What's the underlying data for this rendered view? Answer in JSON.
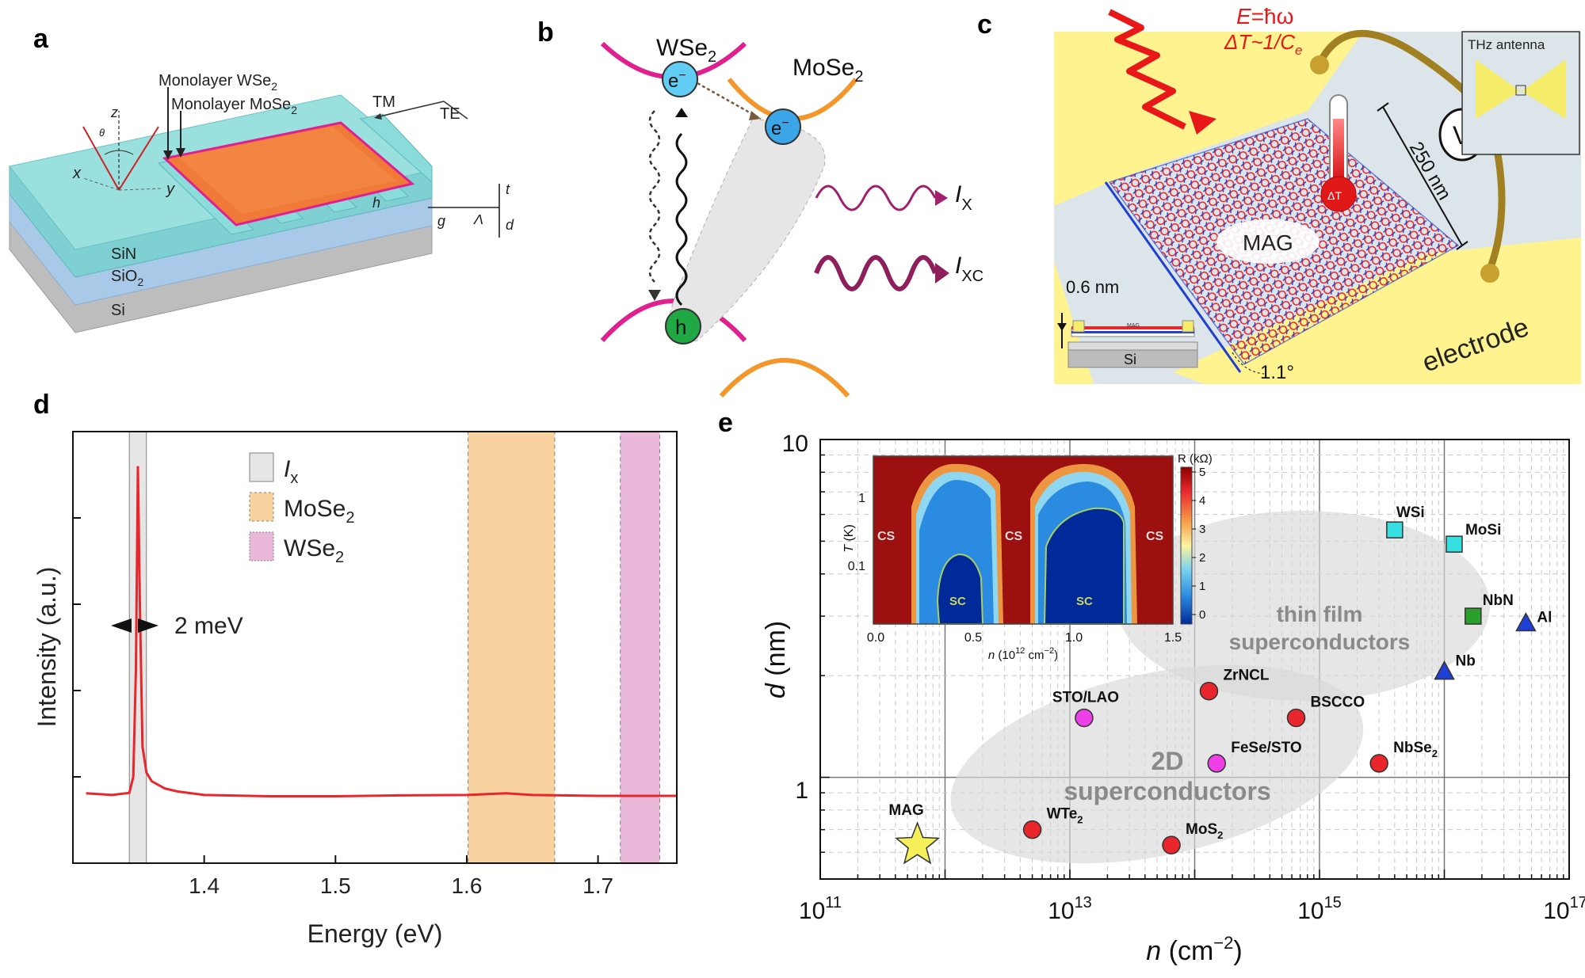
{
  "panels": {
    "a": {
      "letter": "a",
      "label_wse2": "Monolayer WSe",
      "label_mose2": "Monolayer MoSe",
      "sub2": "2",
      "tm": "TM",
      "te": "TE",
      "z": "z",
      "x": "x",
      "y": "y",
      "theta": "θ",
      "t": "t",
      "d": "d",
      "h": "h",
      "g": "g",
      "lambda": "Λ",
      "layers": [
        "SiN",
        "SiO",
        "Si"
      ]
    },
    "b": {
      "letter": "b",
      "wse2": "WSe",
      "mose2": "MoSe",
      "sub2": "2",
      "electron": "e",
      "minus": "−",
      "hole": "h",
      "ix": "I",
      "ix_sub": "X",
      "ixc": "I",
      "ixc_sub": "XC"
    },
    "c": {
      "letter": "c",
      "energy_E": "E",
      "energy_rest": "=ħω",
      "deltaT_lhs": "ΔT~1/C",
      "deltaT_sub": "e",
      "thz": "THz antenna",
      "V": "V",
      "length": "250 nm",
      "thermo": "ΔT",
      "mag": "MAG",
      "thick": "0.6 nm",
      "angle": "1.1°",
      "electrode": "electrode",
      "si": "Si",
      "inset_mag": "MAG"
    },
    "d": {
      "letter": "d",
      "ylabel": "Intensity (a.u.)",
      "xlabel": "Energy (eV)",
      "xticks": [
        "1.4",
        "1.5",
        "1.6",
        "1.7"
      ],
      "legend": [
        {
          "label": "I",
          "sub": "x",
          "color": "#e6e6e6",
          "border": "#808080"
        },
        {
          "label": "MoSe",
          "sub": "2",
          "color": "#f9d39f",
          "border": "#808080"
        },
        {
          "label": "WSe",
          "sub": "2",
          "color": "#eab9d9",
          "border": "#808080"
        }
      ],
      "fwhm": "2 meV"
    },
    "e": {
      "letter": "e",
      "ylabel_sym": "d",
      "ylabel_unit": " (nm)",
      "xlabel_sym": "n",
      "xlabel_unit": " (cm",
      "xlabel_exp": "−2",
      "xlabel_close": ")",
      "yticks": [
        "10",
        "1"
      ],
      "xticks": [
        {
          "base": "10",
          "exp": "11"
        },
        {
          "base": "10",
          "exp": "13"
        },
        {
          "base": "10",
          "exp": "15"
        },
        {
          "base": "10",
          "exp": "17"
        }
      ],
      "region_thin": [
        "thin film",
        "superconductors"
      ],
      "region_2d": [
        "2D",
        "superconductors"
      ],
      "inset": {
        "xlabel_sym": "n",
        "xlabel_unit": " (10",
        "xlabel_exp": "12",
        "xlabel_unit2": " cm",
        "xlabel_exp2": "−2",
        "xlabel_close": ")",
        "ylabel_sym": "T",
        "ylabel_unit": " (K)",
        "cbar_label": "R (kΩ)",
        "cbar_ticks": [
          "5",
          "4",
          "3",
          "2",
          "1",
          "0"
        ],
        "xticks": [
          "0.0",
          "0.5",
          "1.0",
          "1.5"
        ],
        "yticks": [
          "1",
          "0.1"
        ],
        "cs": "CS",
        "sc": "SC"
      }
    }
  },
  "chart_data": [
    {
      "type": "line",
      "panel": "d",
      "title": "",
      "xlabel": "Energy (eV)",
      "ylabel": "Intensity (a.u.)",
      "xlim": [
        1.3,
        1.76
      ],
      "ylim": [
        0,
        1
      ],
      "grid": false,
      "legend_placement": "top-center",
      "series": [
        {
          "name": "",
          "color": "#e8262b",
          "x": [
            1.31,
            1.33,
            1.343,
            1.346,
            1.348,
            1.3495,
            1.351,
            1.353,
            1.356,
            1.36,
            1.37,
            1.38,
            1.4,
            1.45,
            1.5,
            1.55,
            1.6,
            1.63,
            1.65,
            1.7,
            1.76
          ],
          "y": [
            0.162,
            0.158,
            0.163,
            0.2,
            0.45,
            0.92,
            0.6,
            0.27,
            0.21,
            0.19,
            0.173,
            0.166,
            0.158,
            0.155,
            0.155,
            0.157,
            0.158,
            0.162,
            0.158,
            0.156,
            0.156
          ]
        }
      ],
      "shaded_bands": [
        {
          "name": "I",
          "subscript": "x",
          "range": [
            1.343,
            1.356
          ],
          "color": "#e6e6e6"
        },
        {
          "name": "MoSe",
          "subscript": "2",
          "range": [
            1.601,
            1.667
          ],
          "color": "#f9d39f"
        },
        {
          "name": "WSe",
          "subscript": "2",
          "range": [
            1.717,
            1.747
          ],
          "color": "#eab9d9"
        }
      ],
      "annotations": [
        "2 meV"
      ]
    },
    {
      "type": "scatter",
      "panel": "e",
      "title": "",
      "xlabel": "n (cm−2)",
      "ylabel": "d (nm)",
      "xscale": "log",
      "yscale": "log",
      "xlim": [
        100000000000.0,
        1e+17
      ],
      "ylim": [
        0.5,
        10
      ],
      "grid": true,
      "points": [
        {
          "label": "MAG",
          "n": 600000000000.0,
          "d": 0.63,
          "marker": "star",
          "color": "#f5ef5a"
        },
        {
          "label": "WTe",
          "sub": "2",
          "n": 5000000000000.0,
          "d": 0.7,
          "marker": "circle",
          "color": "#e8262b"
        },
        {
          "label": "MoS",
          "sub": "2",
          "n": 65000000000000.0,
          "d": 0.63,
          "marker": "circle",
          "color": "#e8262b"
        },
        {
          "label": "STO/LAO",
          "n": 13000000000000.0,
          "d": 1.5,
          "marker": "circle",
          "color": "#ee3fe9"
        },
        {
          "label": "FeSe/STO",
          "n": 150000000000000.0,
          "d": 1.1,
          "marker": "circle",
          "color": "#ee3fe9"
        },
        {
          "label": "ZrNCL",
          "n": 130000000000000.0,
          "d": 1.8,
          "marker": "circle",
          "color": "#e8262b"
        },
        {
          "label": "BSCCO",
          "n": 650000000000000.0,
          "d": 1.5,
          "marker": "circle",
          "color": "#e8262b"
        },
        {
          "label": "NbSe",
          "sub": "2",
          "n": 3000000000000000.0,
          "d": 1.1,
          "marker": "circle",
          "color": "#e8262b"
        },
        {
          "label": "WSi",
          "n": 4000000000000000.0,
          "d": 5.4,
          "marker": "square",
          "color": "#36e0e0"
        },
        {
          "label": "MoSi",
          "n": 1.2e+16,
          "d": 4.9,
          "marker": "square",
          "color": "#36e0e0"
        },
        {
          "label": "NbN",
          "n": 1.7e+16,
          "d": 3.0,
          "marker": "square",
          "color": "#2ca02c"
        },
        {
          "label": "Al",
          "n": 4.5e+16,
          "d": 2.85,
          "marker": "triangle",
          "color": "#1f3fd6"
        },
        {
          "label": "Nb",
          "n": 1e+16,
          "d": 2.05,
          "marker": "triangle",
          "color": "#1f3fd6"
        }
      ]
    },
    {
      "type": "heatmap",
      "panel": "e-inset",
      "title": "",
      "xlabel": "n (10^12 cm−2)",
      "ylabel": "T (K)",
      "xlim": [
        0,
        1.5
      ],
      "ylim": [
        0.02,
        4
      ],
      "colorbar": {
        "label": "R (kΩ)",
        "min": 0,
        "max": 5
      },
      "regions": [
        {
          "label": "CS",
          "n": 0.0
        },
        {
          "label": "SC",
          "n": 0.45
        },
        {
          "label": "CS",
          "n": 0.75
        },
        {
          "label": "SC",
          "n": 1.1
        },
        {
          "label": "CS",
          "n": 1.5
        }
      ]
    }
  ]
}
